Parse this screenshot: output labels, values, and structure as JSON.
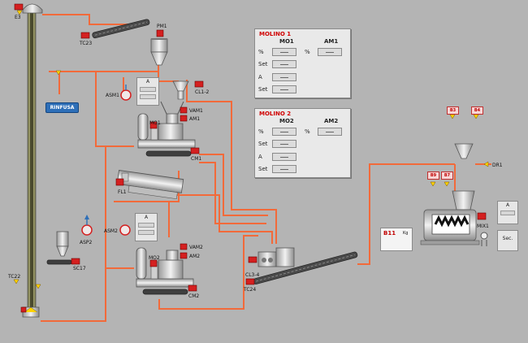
{
  "labels": {
    "e3": "E3",
    "tc23": "TC23",
    "pm1": "PM1",
    "cl1_2": "CL1-2",
    "asm1": "ASM1",
    "mo1": "MO1",
    "vam1": "VAM1",
    "am1": "AM1",
    "cm1": "CM1",
    "fl1": "FL1",
    "asp2": "ASP2",
    "sc17": "SC17",
    "asm2": "ASM2",
    "mo2": "MO2",
    "vam2": "VAM2",
    "am2": "AM2",
    "cm2": "CM2",
    "tc22": "TC22",
    "cl3_4": "CL3-4",
    "tc24": "TC24",
    "mix1": "MIX1",
    "dr1": "DR1"
  },
  "rinfusa_button": "RINFUSA",
  "molino1": {
    "title": "MOLINO 1",
    "col1": "MO1",
    "col2": "AM1",
    "rows": [
      "%",
      "Set",
      "A",
      "Set"
    ],
    "col2_row0_label": "%"
  },
  "molino2": {
    "title": "MOLINO 2",
    "col1": "MO2",
    "col2": "AM2",
    "rows": [
      "%",
      "Set",
      "A",
      "Set"
    ],
    "col2_row0_label": "%"
  },
  "mini_box_label": "A",
  "bin_tags": {
    "b3": "B3",
    "b4": "B4",
    "b9": "B9",
    "b7": "B7"
  },
  "b11": {
    "label": "B11",
    "unit": "Kg"
  },
  "mixer_panel": {
    "a_label": "A",
    "sec_label": "Sec."
  },
  "colors": {
    "pipe": "#f26a3a",
    "motor": "#d42020",
    "panel_title": "#d00000",
    "button": "#2e6fb8"
  }
}
